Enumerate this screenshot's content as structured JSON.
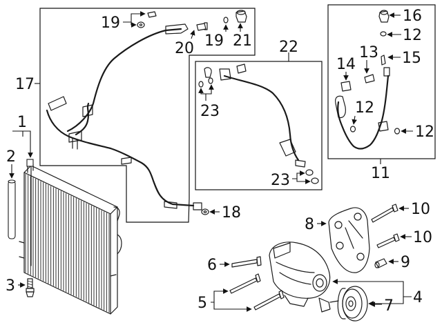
{
  "callouts": {
    "c1": "1",
    "c2": "2",
    "c3": "3",
    "c4": "4",
    "c5": "5",
    "c6": "6",
    "c7": "7",
    "c8": "8",
    "c9": "9",
    "c10a": "10",
    "c10b": "10",
    "c11": "11",
    "c12a": "12",
    "c12b": "12",
    "c12c": "12",
    "c13": "13",
    "c14": "14",
    "c15": "15",
    "c16": "16",
    "c17": "17",
    "c18": "18",
    "c19a": "19",
    "c19b": "19",
    "c20": "20",
    "c21": "21",
    "c22": "22",
    "c23a": "23",
    "c23b": "23"
  }
}
